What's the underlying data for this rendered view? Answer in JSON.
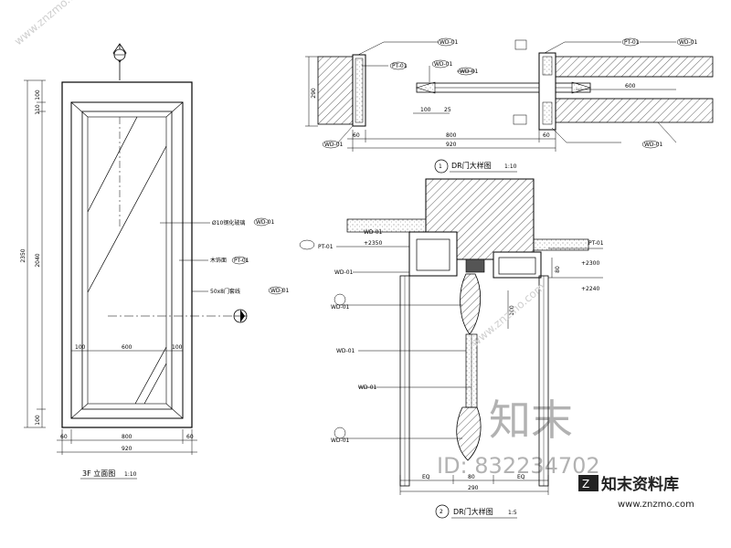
{
  "elevation": {
    "title": "3F 立面图",
    "scale": "1:10",
    "dims_left": [
      "100",
      "110",
      "2350",
      "2040",
      "100"
    ],
    "dims_bottom_inner": [
      "100",
      "600",
      "100"
    ],
    "dims_bottom": [
      "60",
      "800",
      "60"
    ],
    "overall_width": "920",
    "callouts": [
      "WD-01",
      "PT-01",
      "WD-01"
    ]
  },
  "plan_section": {
    "number": "1",
    "title": "DR门大样图",
    "scale": "1:10",
    "dims": {
      "left_height": "290",
      "bottom_left": "60",
      "bottom_mid": "800",
      "bottom_right": "60",
      "overall": "920",
      "right_span": "600",
      "small_a": "100",
      "small_b": "25"
    },
    "tags": [
      "WD-01",
      "PT-01",
      "WD-01",
      "WD-01",
      "PT-01",
      "WD-01",
      "WD-01",
      "WD-01"
    ]
  },
  "vertical_section": {
    "number": "2",
    "title": "DR门大样图",
    "scale": "1:5",
    "levels": [
      "+2350",
      "+2300",
      "+2240"
    ],
    "dims": {
      "top": "80",
      "mid": "100",
      "bottom_left": "EQ",
      "bottom_mid": "80",
      "bottom_right": "EQ",
      "overall": "290"
    },
    "tags": [
      "PT-01",
      "WD-01",
      "WD-01",
      "WD-01",
      "WD-01",
      "WD-01",
      "PT-01",
      "WD-01"
    ]
  },
  "watermark": {
    "brand_cn": "知末",
    "id_text": "ID: 832234702",
    "brand_site": "知末资料库",
    "url": "www.znzmo.com"
  }
}
